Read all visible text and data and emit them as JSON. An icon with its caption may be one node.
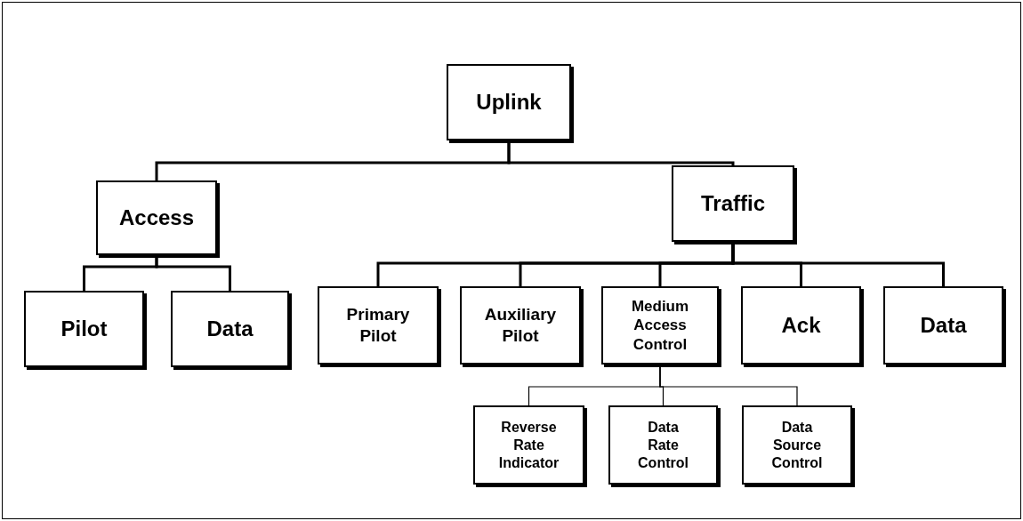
{
  "diagram": {
    "nodes": [
      {
        "text": [
          "Uplink"
        ]
      },
      {
        "text": [
          "Access"
        ]
      },
      {
        "text": [
          "Traffic"
        ]
      },
      {
        "text": [
          "Pilot"
        ]
      },
      {
        "text": [
          "Data"
        ]
      },
      {
        "text": [
          "Primary Pilot"
        ]
      },
      {
        "text": [
          "Auxiliary Pilot"
        ]
      },
      {
        "text": [
          "Medium Access Control"
        ]
      },
      {
        "text": [
          "Ack"
        ]
      },
      {
        "text": [
          "Data"
        ]
      },
      {
        "text": [
          "Reverse Rate Indicator"
        ]
      },
      {
        "text": [
          "Data Rate Control"
        ]
      },
      {
        "text": [
          "Data Source Control"
        ]
      }
    ],
    "edges": [
      {
        "from": 0,
        "to": 1,
        "arrow": "none"
      },
      {
        "from": 0,
        "to": 2,
        "arrow": "none"
      },
      {
        "from": 1,
        "to": 3,
        "arrow": "none"
      },
      {
        "from": 1,
        "to": 4,
        "arrow": "none"
      },
      {
        "from": 2,
        "to": 5,
        "arrow": "none"
      },
      {
        "from": 2,
        "to": 6,
        "arrow": "none"
      },
      {
        "from": 2,
        "to": 7,
        "arrow": "none"
      },
      {
        "from": 2,
        "to": 8,
        "arrow": "none"
      },
      {
        "from": 2,
        "to": 9,
        "arrow": "none"
      },
      {
        "from": 7,
        "to": 10,
        "arrow": "none"
      },
      {
        "from": 7,
        "to": 11,
        "arrow": "none"
      },
      {
        "from": 7,
        "to": 12,
        "arrow": "none"
      }
    ]
  }
}
